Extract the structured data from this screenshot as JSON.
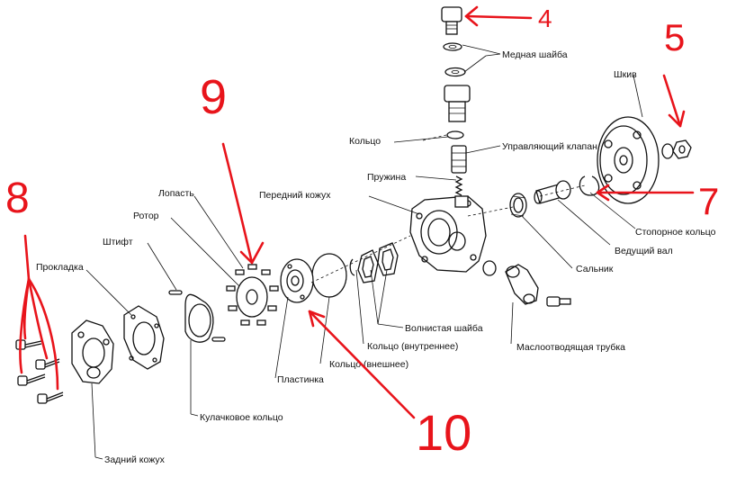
{
  "labels": {
    "mednaya_shaiba": "Медная шайба",
    "koltso": "Кольцо",
    "upravl_klapan": "Управляющий клапан",
    "pruzhina": "Пружина",
    "peredniy_kozhukh": "Передний кожух",
    "shkiv": "Шкив",
    "stopornoe_koltso": "Стопорное кольцо",
    "vedushchiy_val": "Ведущий вал",
    "salnik": "Сальник",
    "maslootvod_trubka": "Маслоотводящая трубка",
    "volnistaya_shaiba": "Волнистая шайба",
    "koltso_vnutr": "Кольцо (внутреннее)",
    "koltso_vnesh": "Кольцо (внешнее)",
    "plastinka": "Пластинка",
    "kulachkovoe_koltso": "Кулачковое кольцо",
    "zadniy_kozhukh": "Задний кожух",
    "prokladka": "Прокладка",
    "shtift": "Штифт",
    "rotor": "Ротор",
    "lopast": "Лопасть"
  },
  "annotations": {
    "n4": "4",
    "n5": "5",
    "n7": "7",
    "n8": "8",
    "n9": "9",
    "n10": "10"
  },
  "colors": {
    "annotation": "#e8141b",
    "line": "#111111"
  }
}
